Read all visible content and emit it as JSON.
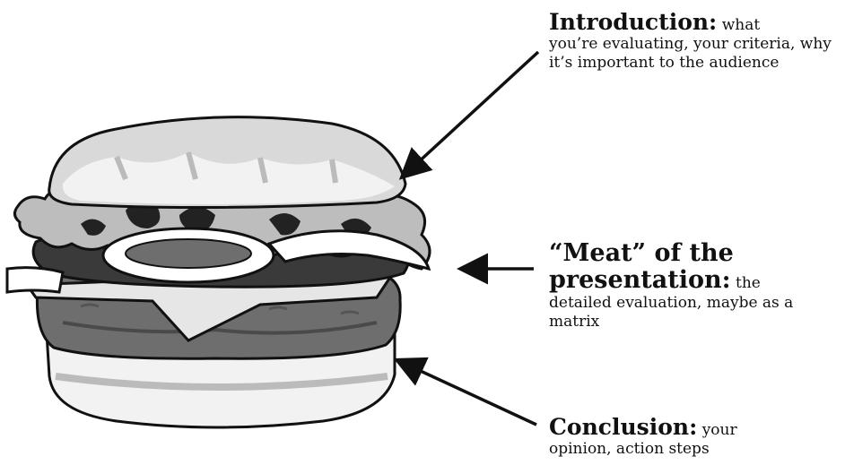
{
  "labels": {
    "introduction": {
      "heading": "Introduction:",
      "text_first": "what",
      "text_rest": "you’re evaluating, your criteria, why it’s important to the audience"
    },
    "meat": {
      "heading_line1": "“Meat” of the",
      "heading_line2": "presentation:",
      "text_first": "the",
      "text_rest": "detailed evaluation, maybe as a matrix"
    },
    "conclusion": {
      "heading": "Conclusion:",
      "text_first": "your",
      "text_rest": "opinion, action steps"
    }
  },
  "illustration": {
    "subject": "hamburger",
    "layers": [
      "top-bun",
      "lettuce",
      "onion",
      "patty-top",
      "cheese",
      "patty-main",
      "bottom-bun"
    ]
  },
  "colors": {
    "ink": "#111111",
    "bun": "#d9d9d9",
    "bun_light": "#f2f2f2",
    "lettuce": "#bdbdbd",
    "patty": "#6e6e6e",
    "patty_dark": "#3a3a3a",
    "onion": "#ffffff"
  }
}
